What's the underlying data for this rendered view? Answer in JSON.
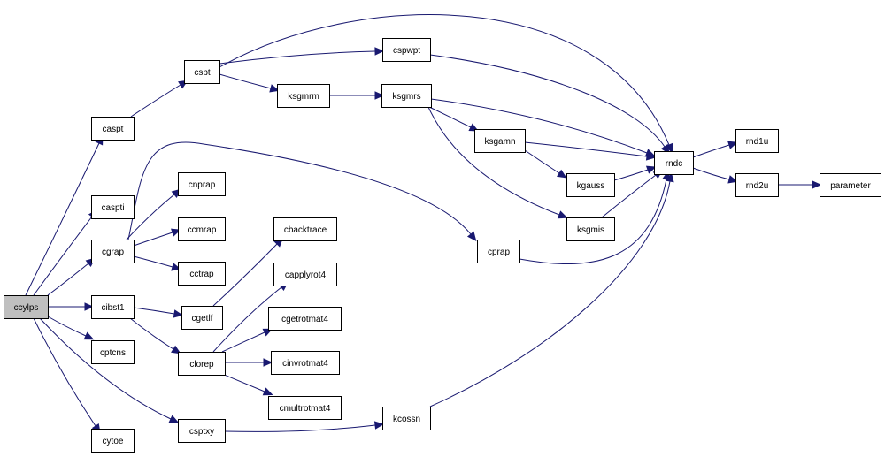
{
  "graph": {
    "root": "ccylps",
    "colors": {
      "edge": "#191970",
      "node_border": "#000000",
      "root_fill": "#bfbfbf",
      "node_fill": "#ffffff"
    },
    "nodes": [
      {
        "id": "ccylps",
        "label": "ccylps"
      },
      {
        "id": "caspt",
        "label": "caspt"
      },
      {
        "id": "caspti",
        "label": "caspti"
      },
      {
        "id": "cgrap",
        "label": "cgrap"
      },
      {
        "id": "cibst1",
        "label": "cibst1"
      },
      {
        "id": "cptcns",
        "label": "cptcns"
      },
      {
        "id": "cytoe",
        "label": "cytoe"
      },
      {
        "id": "cspt",
        "label": "cspt"
      },
      {
        "id": "cnprap",
        "label": "cnprap"
      },
      {
        "id": "ccmrap",
        "label": "ccmrap"
      },
      {
        "id": "cctrap",
        "label": "cctrap"
      },
      {
        "id": "cgetlf",
        "label": "cgetlf"
      },
      {
        "id": "clorep",
        "label": "clorep"
      },
      {
        "id": "csptxy",
        "label": "csptxy"
      },
      {
        "id": "cspwpt",
        "label": "cspwpt"
      },
      {
        "id": "ksgmrm",
        "label": "ksgmrm"
      },
      {
        "id": "cbacktrace",
        "label": "cbacktrace"
      },
      {
        "id": "capplyrot4",
        "label": "capplyrot4"
      },
      {
        "id": "cgetrotmat4",
        "label": "cgetrotmat4"
      },
      {
        "id": "cinvrotmat4",
        "label": "cinvrotmat4"
      },
      {
        "id": "cmultrotmat4",
        "label": "cmultrotmat4"
      },
      {
        "id": "ksgmrs",
        "label": "ksgmrs"
      },
      {
        "id": "ksgamn",
        "label": "ksgamn"
      },
      {
        "id": "cprap",
        "label": "cprap"
      },
      {
        "id": "kgauss",
        "label": "kgauss"
      },
      {
        "id": "ksgmis",
        "label": "ksgmis"
      },
      {
        "id": "kcossn",
        "label": "kcossn"
      },
      {
        "id": "rndc",
        "label": "rndc"
      },
      {
        "id": "rnd1u",
        "label": "rnd1u"
      },
      {
        "id": "rnd2u",
        "label": "rnd2u"
      },
      {
        "id": "parameter",
        "label": "parameter"
      }
    ],
    "edges": [
      {
        "from": "ccylps",
        "to": "caspt"
      },
      {
        "from": "ccylps",
        "to": "caspti"
      },
      {
        "from": "ccylps",
        "to": "cgrap"
      },
      {
        "from": "ccylps",
        "to": "cibst1"
      },
      {
        "from": "ccylps",
        "to": "cptcns"
      },
      {
        "from": "ccylps",
        "to": "cytoe"
      },
      {
        "from": "ccylps",
        "to": "csptxy"
      },
      {
        "from": "caspt",
        "to": "cspt"
      },
      {
        "from": "cspt",
        "to": "cspwpt"
      },
      {
        "from": "cspt",
        "to": "ksgmrm"
      },
      {
        "from": "cspt",
        "to": "rndc"
      },
      {
        "from": "cspwpt",
        "to": "rndc"
      },
      {
        "from": "ksgmrm",
        "to": "ksgmrs"
      },
      {
        "from": "ksgmrs",
        "to": "ksgamn"
      },
      {
        "from": "ksgmrs",
        "to": "ksgmis"
      },
      {
        "from": "ksgmrs",
        "to": "rndc"
      },
      {
        "from": "ksgamn",
        "to": "kgauss"
      },
      {
        "from": "ksgamn",
        "to": "rndc"
      },
      {
        "from": "kgauss",
        "to": "rndc"
      },
      {
        "from": "ksgmis",
        "to": "rndc"
      },
      {
        "from": "cgrap",
        "to": "cnprap"
      },
      {
        "from": "cgrap",
        "to": "ccmrap"
      },
      {
        "from": "cgrap",
        "to": "cctrap"
      },
      {
        "from": "cgrap",
        "to": "cprap"
      },
      {
        "from": "cprap",
        "to": "rndc"
      },
      {
        "from": "cibst1",
        "to": "cgetlf"
      },
      {
        "from": "cibst1",
        "to": "clorep"
      },
      {
        "from": "cgetlf",
        "to": "cbacktrace"
      },
      {
        "from": "clorep",
        "to": "capplyrot4"
      },
      {
        "from": "clorep",
        "to": "cgetrotmat4"
      },
      {
        "from": "clorep",
        "to": "cinvrotmat4"
      },
      {
        "from": "clorep",
        "to": "cmultrotmat4"
      },
      {
        "from": "csptxy",
        "to": "kcossn"
      },
      {
        "from": "kcossn",
        "to": "rndc"
      },
      {
        "from": "rndc",
        "to": "rnd1u"
      },
      {
        "from": "rndc",
        "to": "rnd2u"
      },
      {
        "from": "rnd2u",
        "to": "parameter"
      }
    ]
  }
}
